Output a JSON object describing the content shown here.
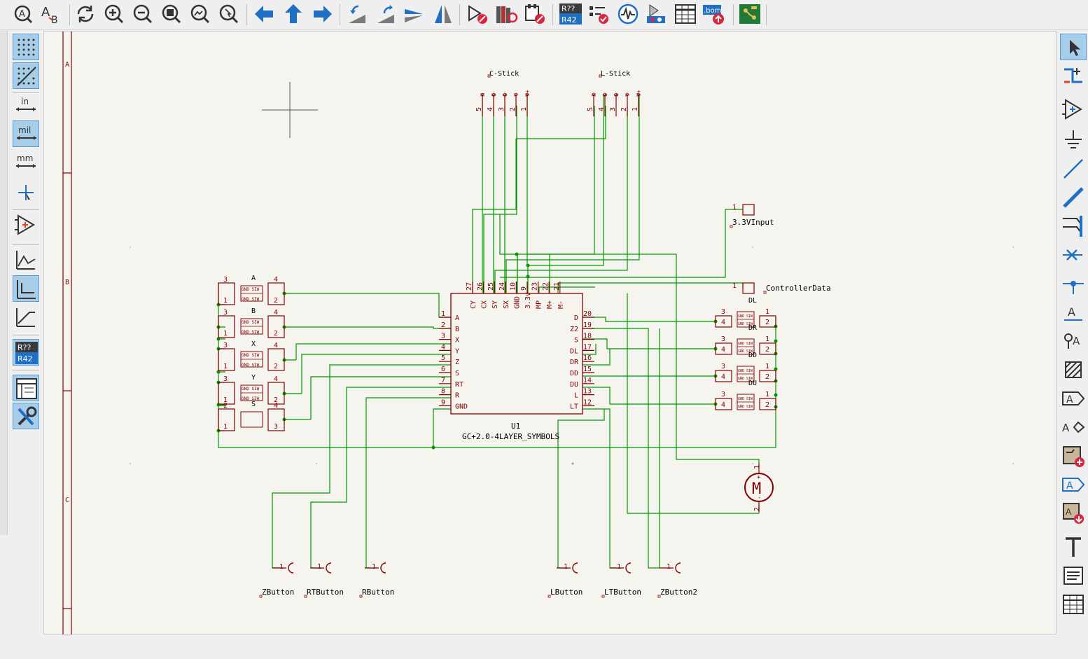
{
  "colors": {
    "canvas_bg": "#f5f4ef",
    "wire": "#009600",
    "symbol": "#840000",
    "junction": "#009600",
    "label": "#000000",
    "toolbar_active": "#a8cde9"
  },
  "top_toolbar": [
    {
      "name": "find-icon",
      "tooltip": "Find"
    },
    {
      "name": "find-replace-icon",
      "tooltip": "Find and Replace"
    },
    {
      "name": "refresh-icon",
      "tooltip": "Refresh"
    },
    {
      "name": "zoom-in-icon",
      "tooltip": "Zoom In"
    },
    {
      "name": "zoom-out-icon",
      "tooltip": "Zoom Out"
    },
    {
      "name": "zoom-fit-icon",
      "tooltip": "Zoom to Fit"
    },
    {
      "name": "zoom-objects-icon",
      "tooltip": "Zoom to Objects"
    },
    {
      "name": "zoom-selection-icon",
      "tooltip": "Zoom to Selection"
    },
    {
      "name": "back-arrow-icon",
      "tooltip": "Back"
    },
    {
      "name": "up-arrow-icon",
      "tooltip": "Up"
    },
    {
      "name": "forward-arrow-icon",
      "tooltip": "Forward"
    },
    {
      "name": "rotate-ccw-icon",
      "tooltip": "Rotate CCW"
    },
    {
      "name": "rotate-cw-icon",
      "tooltip": "Rotate CW"
    },
    {
      "name": "mirror-vertical-icon",
      "tooltip": "Mirror Vertically"
    },
    {
      "name": "mirror-horizontal-icon",
      "tooltip": "Mirror Horizontally"
    },
    {
      "name": "symbol-editor-icon",
      "tooltip": "Symbol Editor"
    },
    {
      "name": "symbol-browser-icon",
      "tooltip": "Symbol Browser"
    },
    {
      "name": "footprint-assign-icon",
      "tooltip": "Assign Footprints"
    },
    {
      "name": "annotate-icon",
      "tooltip": "Annotate",
      "line1": "R??",
      "line2": "R42"
    },
    {
      "name": "erc-icon",
      "tooltip": "ERC"
    },
    {
      "name": "simulator-icon",
      "tooltip": "Simulator"
    },
    {
      "name": "netlist-icon",
      "tooltip": "Netlist"
    },
    {
      "name": "field-editor-icon",
      "tooltip": "Symbol Fields Table"
    },
    {
      "name": "bom-icon",
      "tooltip": "Generate BOM",
      "badge": ".bom"
    },
    {
      "name": "pcb-editor-icon",
      "tooltip": "Open PCB Editor"
    }
  ],
  "left_toolbar": {
    "units": {
      "in": "in",
      "mil": "mil",
      "mm": "mm"
    },
    "annotate": {
      "line1": "R??",
      "line2": "R42"
    }
  },
  "border_letters": [
    "A",
    "B",
    "C"
  ],
  "schematic": {
    "u1_ref": "U1",
    "u1_value": "GC+2.0-4LAYER_SYMBOLS",
    "left_pins": [
      {
        "num": "1",
        "name": "A"
      },
      {
        "num": "2",
        "name": "B"
      },
      {
        "num": "3",
        "name": "X"
      },
      {
        "num": "4",
        "name": "Y"
      },
      {
        "num": "5",
        "name": "Z"
      },
      {
        "num": "6",
        "name": "S"
      },
      {
        "num": "7",
        "name": "RT"
      },
      {
        "num": "8",
        "name": "R"
      },
      {
        "num": "9",
        "name": "GND"
      }
    ],
    "right_pins": [
      {
        "num": "20",
        "name": "D"
      },
      {
        "num": "19",
        "name": "Z2"
      },
      {
        "num": "18",
        "name": "S"
      },
      {
        "num": "17",
        "name": "DL"
      },
      {
        "num": "16",
        "name": "DR"
      },
      {
        "num": "15",
        "name": "DD"
      },
      {
        "num": "14",
        "name": "DU"
      },
      {
        "num": "13",
        "name": "L"
      },
      {
        "num": "12",
        "name": "LT"
      }
    ],
    "top_pins": [
      {
        "num": "27",
        "name": "CY"
      },
      {
        "num": "26",
        "name": "CX"
      },
      {
        "num": "25",
        "name": "SY"
      },
      {
        "num": "24",
        "name": "SX"
      },
      {
        "num": "10",
        "name": "GND"
      },
      {
        "num": "9",
        "name": "3.3v"
      },
      {
        "num": "23",
        "name": "MP"
      },
      {
        "num": "22",
        "name": "M+"
      },
      {
        "num": "21",
        "name": "M-"
      }
    ],
    "cstick": {
      "ref": "C-Stick",
      "pins": [
        "5",
        "4",
        "3",
        "2",
        "1"
      ],
      "names": [
        "X",
        "G",
        "G",
        "Y",
        "V+"
      ]
    },
    "lstick": {
      "ref": "L-Stick",
      "pins": [
        "5",
        "4",
        "3",
        "2",
        "1"
      ],
      "names": [
        "X",
        "G",
        "G",
        "Y",
        "V+"
      ]
    },
    "button_labels": [
      "A",
      "B",
      "X",
      "Y",
      "S"
    ],
    "dpad_labels": [
      "DL",
      "DR",
      "DD",
      "DU"
    ],
    "switch_inner": "GND SIW",
    "conn_3v3": {
      "pin": "1",
      "label": "3.3VInput"
    },
    "conn_data": {
      "pin": "1",
      "label": "ControllerData"
    },
    "motor": {
      "letter": "M",
      "plus": "+",
      "minus": "-",
      "pin1": "1",
      "pin2": "2"
    },
    "test_points": [
      "ZButton",
      "RTButton",
      "RButton",
      "LButton",
      "LTButton",
      "ZButton2"
    ],
    "tp_pin": "1"
  }
}
